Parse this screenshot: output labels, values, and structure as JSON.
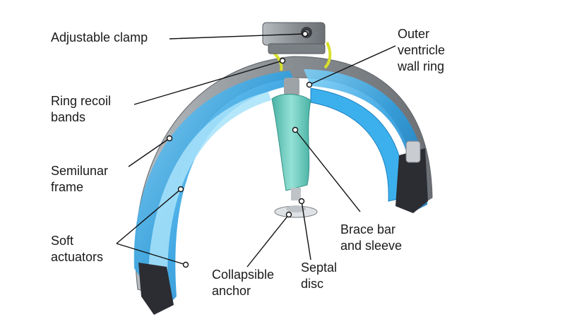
{
  "labels": {
    "adjustable_clamp": [
      "Adjustable clamp"
    ],
    "ring_recoil_bands": [
      "Ring recoil",
      "bands"
    ],
    "semilunar_frame": [
      "Semilunar",
      "frame"
    ],
    "soft_actuators": [
      "Soft",
      "actuators"
    ],
    "collapsible_anchor": [
      "Collapsible",
      "anchor"
    ],
    "septal_disc": [
      "Septal",
      "disc"
    ],
    "brace_bar_and_sleeve": [
      "Brace bar",
      "and sleeve"
    ],
    "outer_ventricle_wall_ring": [
      "Outer",
      "ventricle",
      "wall ring"
    ]
  },
  "colors": {
    "frame_blue": "#2e9fe0",
    "frame_blue_light": "#8fd4f5",
    "frame_grey": "#8a8f93",
    "sleeve_teal": "#5fc3bb",
    "band_yellow": "#d8e02a",
    "actuator_dark": "#2b2d33",
    "leader_line": "#111111"
  },
  "icons": [
    "clamp-screw-icon",
    "septal-disc-icon"
  ]
}
